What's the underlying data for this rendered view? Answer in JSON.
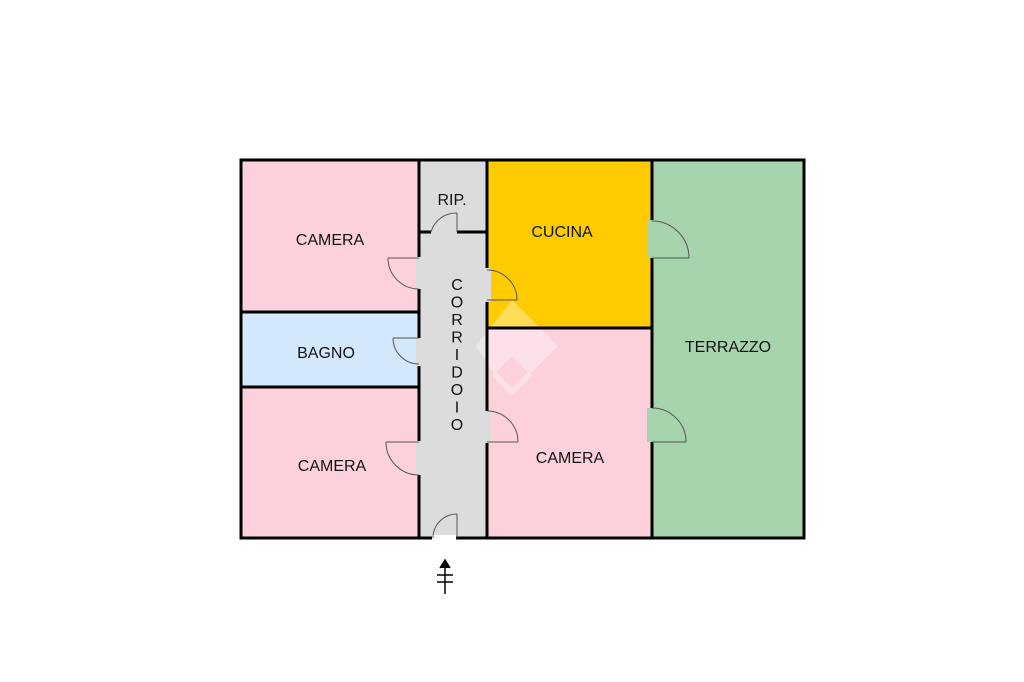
{
  "plan": {
    "rooms": {
      "camera_top_left": {
        "label": "CAMERA",
        "color": "#fdd1dc"
      },
      "bagno": {
        "label": "BAGNO",
        "color": "#d4e8fb"
      },
      "camera_bottom_left": {
        "label": "CAMERA",
        "color": "#fdd1dc"
      },
      "ripostiglio": {
        "label": "RIP.",
        "color": "#dcdcdc"
      },
      "corridoio": {
        "label_letters": [
          "C",
          "O",
          "R",
          "R",
          "I",
          "D",
          "O",
          "I",
          "O"
        ],
        "color": "#dcdcdc"
      },
      "cucina": {
        "label": "CUCINA",
        "color": "#fecb00"
      },
      "camera_center": {
        "label": "CAMERA",
        "color": "#fdd1dc"
      },
      "terrazzo": {
        "label": "TERRAZZO",
        "color": "#a6d4ad"
      }
    },
    "wall_color": "#000000",
    "door_color": "#555555",
    "entrance_icon": "entrance-arrow-icon",
    "watermark_icon": "logo-watermark-icon"
  }
}
